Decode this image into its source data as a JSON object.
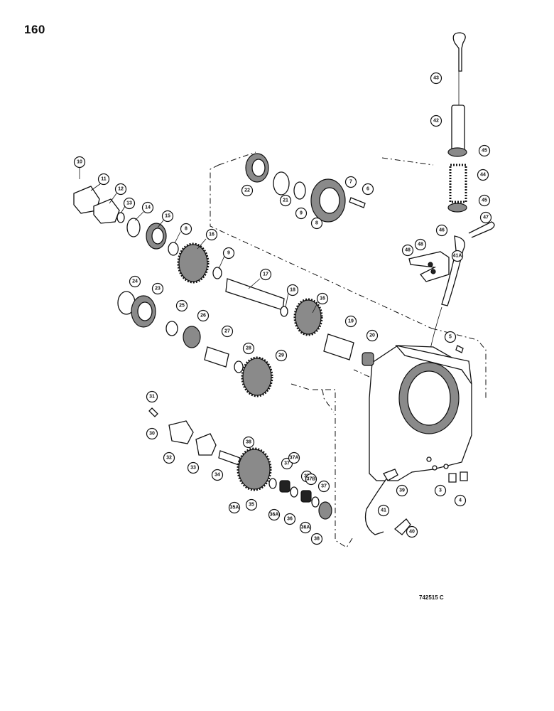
{
  "page": {
    "number": "160",
    "drawing_ref": "742515 C"
  },
  "callouts": [
    {
      "label": "10"
    },
    {
      "label": "11"
    },
    {
      "label": "12"
    },
    {
      "label": "13"
    },
    {
      "label": "14"
    },
    {
      "label": "15"
    },
    {
      "label": "8"
    },
    {
      "label": "16"
    },
    {
      "label": "9"
    },
    {
      "label": "17"
    },
    {
      "label": "18"
    },
    {
      "label": "16"
    },
    {
      "label": "24"
    },
    {
      "label": "23"
    },
    {
      "label": "25"
    },
    {
      "label": "26"
    },
    {
      "label": "27"
    },
    {
      "label": "28"
    },
    {
      "label": "29"
    },
    {
      "label": "19"
    },
    {
      "label": "20"
    },
    {
      "label": "22"
    },
    {
      "label": "21"
    },
    {
      "label": "9"
    },
    {
      "label": "8"
    },
    {
      "label": "7"
    },
    {
      "label": "6"
    },
    {
      "label": "43"
    },
    {
      "label": "42"
    },
    {
      "label": "45"
    },
    {
      "label": "44"
    },
    {
      "label": "45"
    },
    {
      "label": "47"
    },
    {
      "label": "46"
    },
    {
      "label": "48"
    },
    {
      "label": "48"
    },
    {
      "label": "41A"
    },
    {
      "label": "5"
    },
    {
      "label": "31"
    },
    {
      "label": "30"
    },
    {
      "label": "32"
    },
    {
      "label": "33"
    },
    {
      "label": "34"
    },
    {
      "label": "38"
    },
    {
      "label": "37"
    },
    {
      "label": "37A"
    },
    {
      "label": "37"
    },
    {
      "label": "37B"
    },
    {
      "label": "37"
    },
    {
      "label": "35"
    },
    {
      "label": "35A"
    },
    {
      "label": "36A"
    },
    {
      "label": "36"
    },
    {
      "label": "36A"
    },
    {
      "label": "38"
    },
    {
      "label": "39"
    },
    {
      "label": "41"
    },
    {
      "label": "40"
    },
    {
      "label": "3"
    },
    {
      "label": "4"
    }
  ]
}
